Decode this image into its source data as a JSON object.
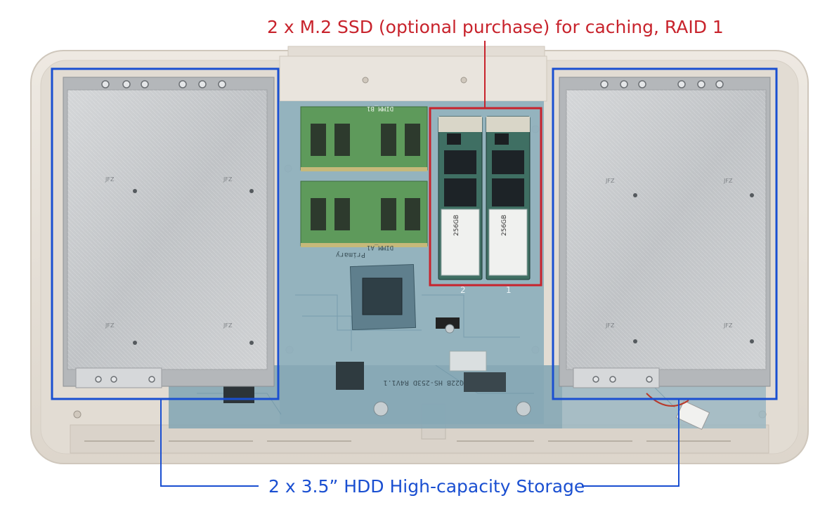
{
  "annotations": {
    "ssd": {
      "text": "2 x M.2 SSD (optional purchase) for caching, RAID 1"
    },
    "hdd": {
      "text": "2 x 3.5” HDD High-capacity Storage"
    }
  },
  "chips": {
    "dimm_top": "DIMM_B1",
    "dimm_bottom": "DIMM_A1",
    "dimm_primary": "Primary",
    "board_id": "Q22B HS-253D R4V1.1",
    "slot_left": "2",
    "slot_right": "1",
    "tray_badge": "JFZ",
    "ssd_label": "256GB"
  },
  "colors": {
    "ssd_highlight": "#c8232c",
    "hdd_highlight": "#1a4fd1",
    "chassis": "#e6e0d8",
    "pcb": "#7fa7b6",
    "tray": "#c6c9cc",
    "ram_pcb": "#5e9a5b"
  }
}
